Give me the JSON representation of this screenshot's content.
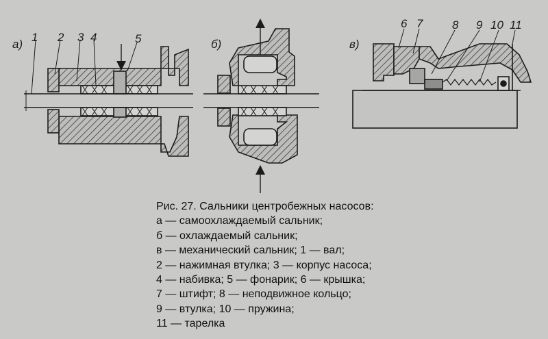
{
  "figure": {
    "panel_labels": [
      "а)",
      "б)",
      "в)"
    ],
    "part_numbers_a": [
      "1",
      "2",
      "3",
      "4",
      "5"
    ],
    "part_numbers_v": [
      "6",
      "7",
      "8",
      "9",
      "10",
      "11"
    ]
  },
  "caption": {
    "lines": [
      "Рис. 27. Сальники центробежных насосов:",
      "а — самоохлаждаемый сальник;",
      "б — охлаждаемый сальник;",
      "в — механический сальник; 1 — вал;",
      "2 — нажимная втулка; 3 — корпус насоса;",
      "4 — набивка; 5 — фонарик; 6 — крышка;",
      "7 — штифт; 8 — неподвижное кольцо;",
      "9 — втулка; 10 — пружина;",
      "11 — тарелка"
    ]
  }
}
